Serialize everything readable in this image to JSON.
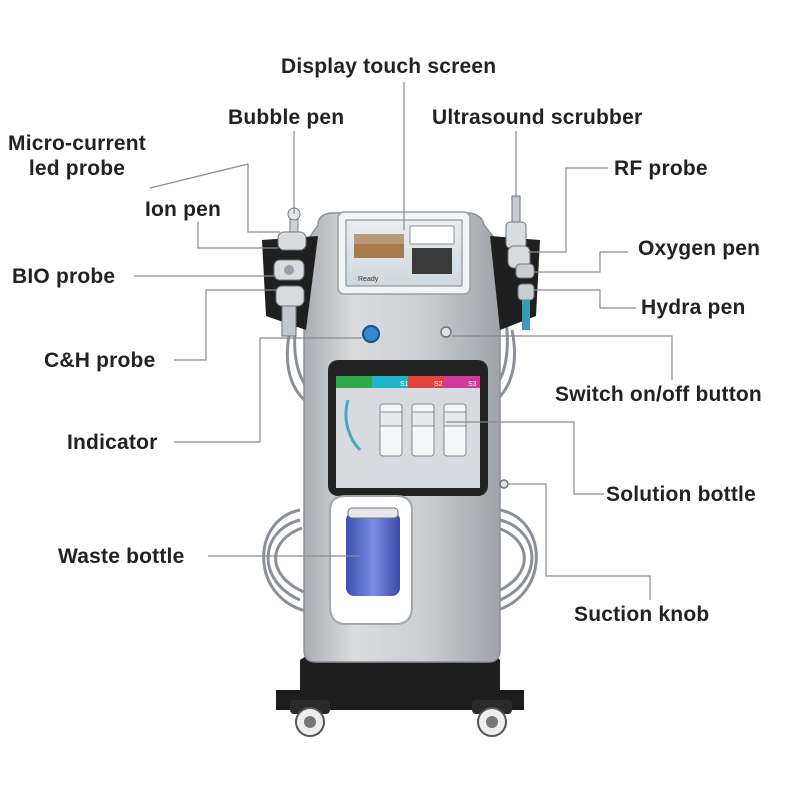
{
  "labels": {
    "display_touch_screen": "Display touch screen",
    "bubble_pen": "Bubble pen",
    "ultrasound_scrubber": "Ultrasound scrubber",
    "micro_current_led_probe": "Micro-current\nled probe",
    "rf_probe": "RF probe",
    "ion_pen": "Ion pen",
    "oxygen_pen": "Oxygen pen",
    "bio_probe": "BIO probe",
    "hydra_pen": "Hydra pen",
    "ch_probe": "C&H probe",
    "switch_on_off_button": "Switch on/off button",
    "indicator": "Indicator",
    "solution_bottle": "Solution bottle",
    "waste_bottle": "Waste bottle",
    "suction_knob": "Suction knob"
  },
  "screen": {
    "status": "Ready"
  },
  "bottle_window": {
    "tabs": [
      "S1",
      "S2",
      "S3"
    ]
  },
  "colors": {
    "body": "#c9cccf",
    "tab_green": "#2eaa4a",
    "tab_teal": "#1fb4c8",
    "tab_red": "#e2433a",
    "tab_magenta": "#d2399a",
    "indicator_blue": "#2f8bd8",
    "cart_base": "#1e1e1e"
  }
}
